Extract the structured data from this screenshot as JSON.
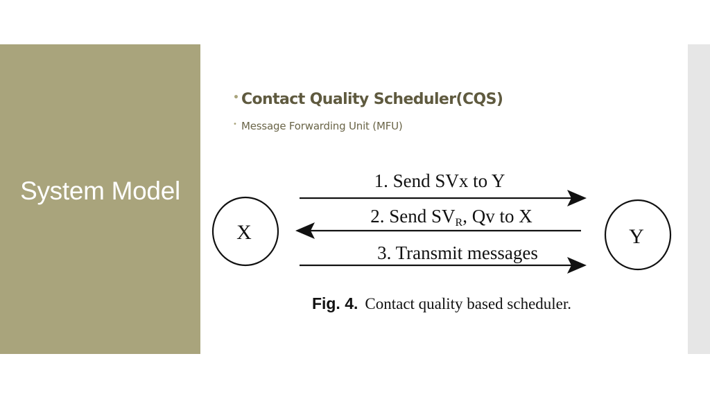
{
  "slide": {
    "title": "System Model",
    "bullets": [
      "Contact Quality Scheduler(CQS)",
      "Message Forwarding Unit (MFU)"
    ],
    "bullet_glyph": "•"
  },
  "figure": {
    "nodes": {
      "left": "X",
      "right": "Y"
    },
    "arrows": {
      "a1": "1. Send SVx to Y",
      "a2_main": "2. Send SV",
      "a2_sub": "R",
      "a2_tail": ", Qv to X",
      "a3": "3. Transmit messages"
    },
    "caption_label": "Fig. 4.",
    "caption_text": "Contact quality based scheduler."
  },
  "colors": {
    "title_panel": "#a9a47c",
    "bullet_text": "#5f5a3f",
    "right_strip": "#e6e6e6"
  }
}
